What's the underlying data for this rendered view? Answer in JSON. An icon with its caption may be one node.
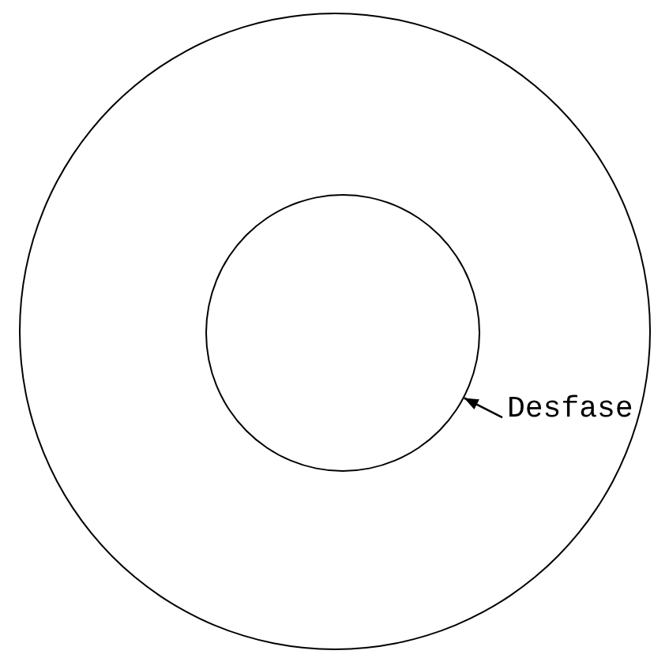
{
  "diagram": {
    "nodes": [
      {
        "text": [],
        "shape": "circle"
      },
      {
        "text": [],
        "shape": "circle",
        "in": 0
      },
      {
        "text": [
          "Desfase"
        ],
        "in": 0
      }
    ],
    "edges": [
      {
        "from": 2,
        "to": 1,
        "arrow": "to"
      }
    ]
  }
}
